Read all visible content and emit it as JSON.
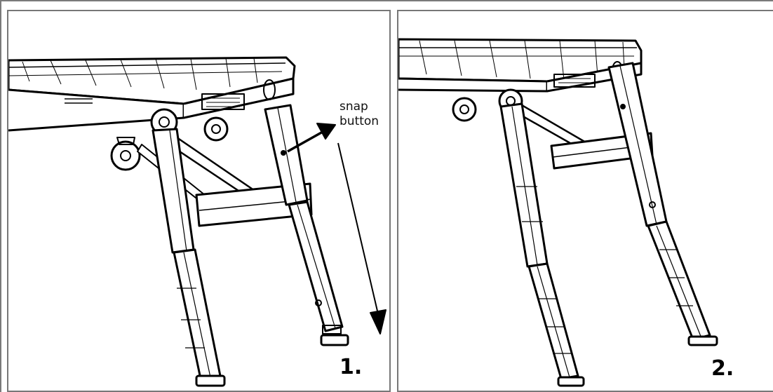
{
  "panels": [
    {
      "step_label": "1.",
      "callout_lines": [
        "snap",
        "button"
      ]
    },
    {
      "step_label": "2."
    }
  ],
  "colors": {
    "line": "#000000",
    "frame": "#777777",
    "background": "#ffffff"
  }
}
